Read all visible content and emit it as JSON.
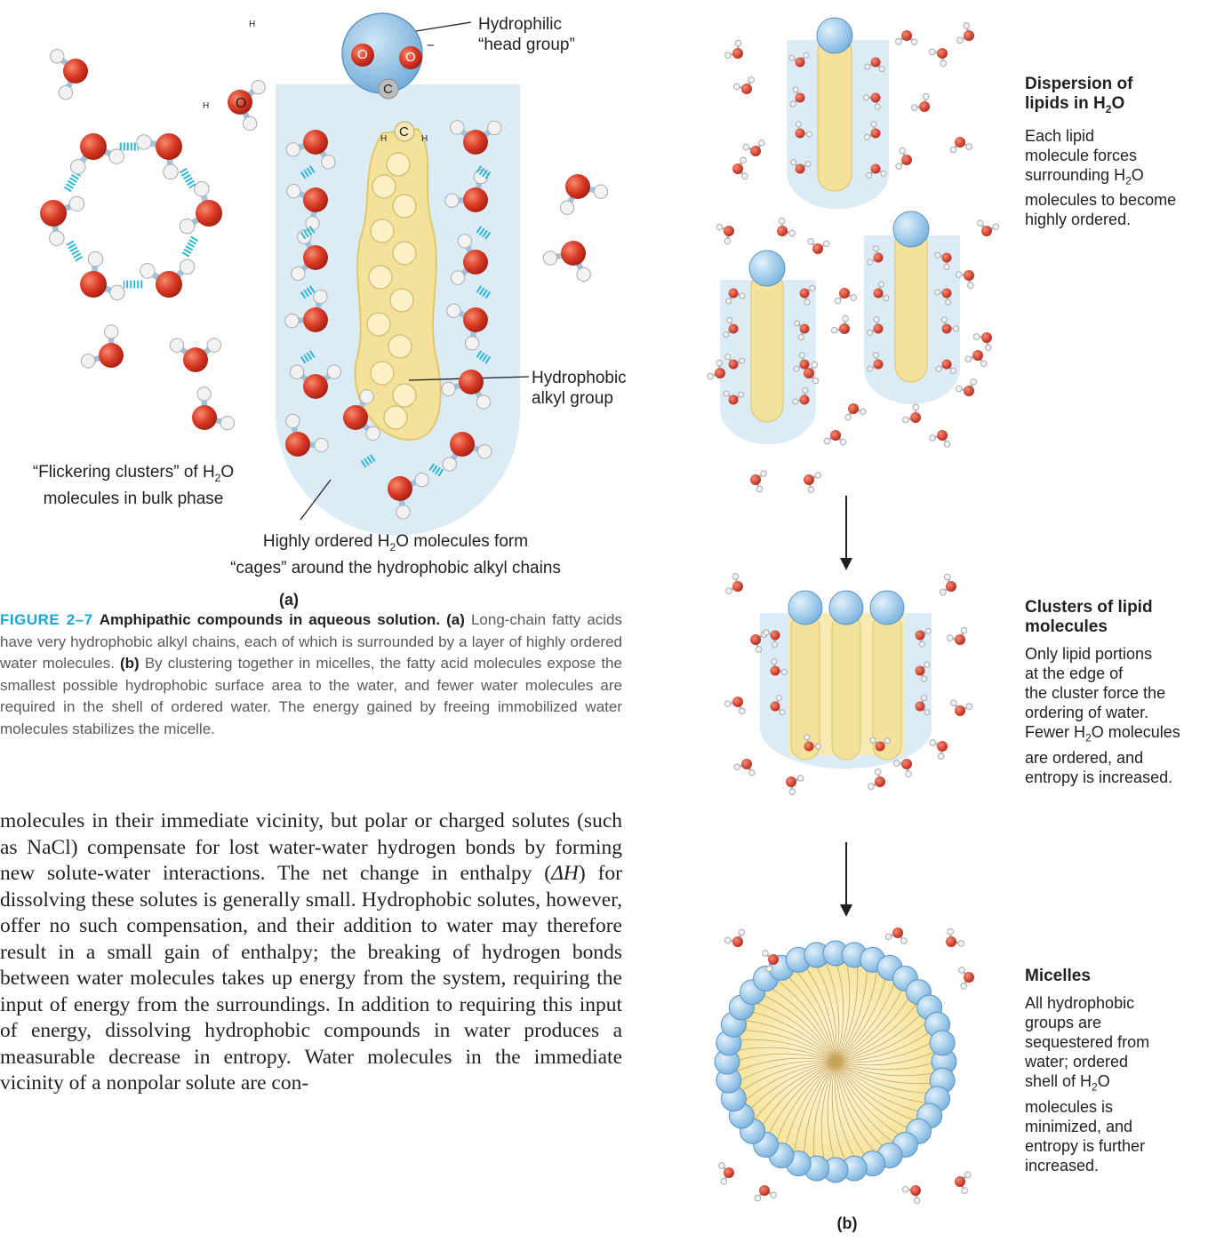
{
  "panel_a": {
    "head_label_1": "Hydrophilic",
    "head_label_2": "“head group”",
    "alkyl_label_1": "Hydrophobic",
    "alkyl_label_2": "alkyl group",
    "flicker_label_1a": "“Flickering clusters” of H",
    "flicker_label_1b": "O",
    "flicker_label_2": "molecules in bulk phase",
    "cage_label_1a": "Highly ordered H",
    "cage_label_1b": "O molecules form",
    "cage_label_2": "“cages” around the hydrophobic alkyl chains",
    "sub_2": "2",
    "panel_letter": "(a)",
    "atom_O": "O",
    "atom_C": "C",
    "atom_H": "H",
    "charge": "−"
  },
  "caption": {
    "number": "FIGURE 2–7",
    "title": "Amphipathic compounds in aqueous solution.",
    "a_letter": "(a)",
    "a_text": "Long-chain fatty acids have very hydrophobic alkyl chains, each of which is surrounded by a layer of highly ordered water molecules.",
    "b_letter": "(b)",
    "b_text": "By clustering together in micelles, the fatty acid molecules expose the smallest possible hydrophobic surface area to the water, and fewer water molecules are required in the shell of ordered water. The energy gained by freeing immobilized water molecules stabilizes the micelle."
  },
  "body": {
    "paragraph_1": "molecules in their immediate vicinity, but polar or charged solutes (such as NaCl) compensate for lost water-water hydrogen bonds by forming new solute-water interactions. The net change in enthalpy (",
    "delta_h": "ΔH",
    "paragraph_2": ") for dissolving these solutes is generally small. Hydrophobic solutes, however, offer no such compensation, and their addition to water may therefore result in a small gain of enthalpy; the breaking of hydrogen bonds between water molecules takes up energy from the system, requiring the input of energy from the surroundings. In addition to requiring this input of energy, dissolving hydrophobic compounds in water produces a measurable decrease in entropy. Water molecules in the immediate vicinity of a nonpolar solute are con-"
  },
  "panel_b": {
    "stage1_title_1": "Dispersion of",
    "stage1_title_2a": "lipids in H",
    "stage1_title_2b": "O",
    "stage1_text_1": "Each lipid",
    "stage1_text_2": "molecule forces",
    "stage1_text_3a": "surrounding H",
    "stage1_text_3b": "O",
    "stage1_text_4": "molecules to become",
    "stage1_text_5": "highly ordered.",
    "stage2_title_1": "Clusters of lipid",
    "stage2_title_2": "molecules",
    "stage2_text_1": "Only lipid portions",
    "stage2_text_2": "at the edge of",
    "stage2_text_3": "the cluster force the",
    "stage2_text_4": "ordering of water.",
    "stage2_text_5a": "Fewer H",
    "stage2_text_5b": "O molecules",
    "stage2_text_6": "are ordered, and",
    "stage2_text_7": "entropy is increased.",
    "stage3_title": "Micelles",
    "stage3_text_1": "All hydrophobic",
    "stage3_text_2": "groups are",
    "stage3_text_3": "sequestered from",
    "stage3_text_4": "water;  ordered",
    "stage3_text_5a": "shell of H",
    "stage3_text_5b": "O",
    "stage3_text_6": "molecules is",
    "stage3_text_7": "minimized, and",
    "stage3_text_8": "entropy is further",
    "stage3_text_9": "increased.",
    "sub_2": "2",
    "panel_letter": "(b)"
  },
  "colors": {
    "oxygen": "#d93a26",
    "hydrogen": "#f2f2f2",
    "bond": "#9fc3dc",
    "hbond": "#2fb6d6",
    "cage": "#dcecf7",
    "lipid": "#f4e29a",
    "head": "#8fc1e4",
    "accent": "#1aa7d8"
  }
}
